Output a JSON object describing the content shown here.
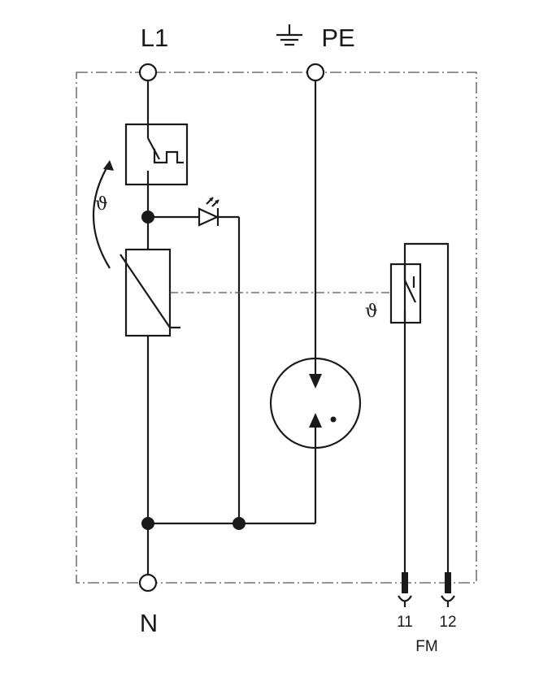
{
  "terminals": {
    "line": "L1",
    "protective_earth": "PE",
    "neutral": "N"
  },
  "thermal_symbol": "ϑ",
  "signal_contacts": {
    "contact_1": "11",
    "contact_2": "12",
    "group_label": "FM"
  },
  "icons": {
    "earth": "earth-ground-icon",
    "led": "led-diode-icon",
    "varistor": "varistor-icon",
    "spark_gap": "gas-discharge-tube-icon",
    "thermal_switch": "thermal-switch-icon"
  }
}
